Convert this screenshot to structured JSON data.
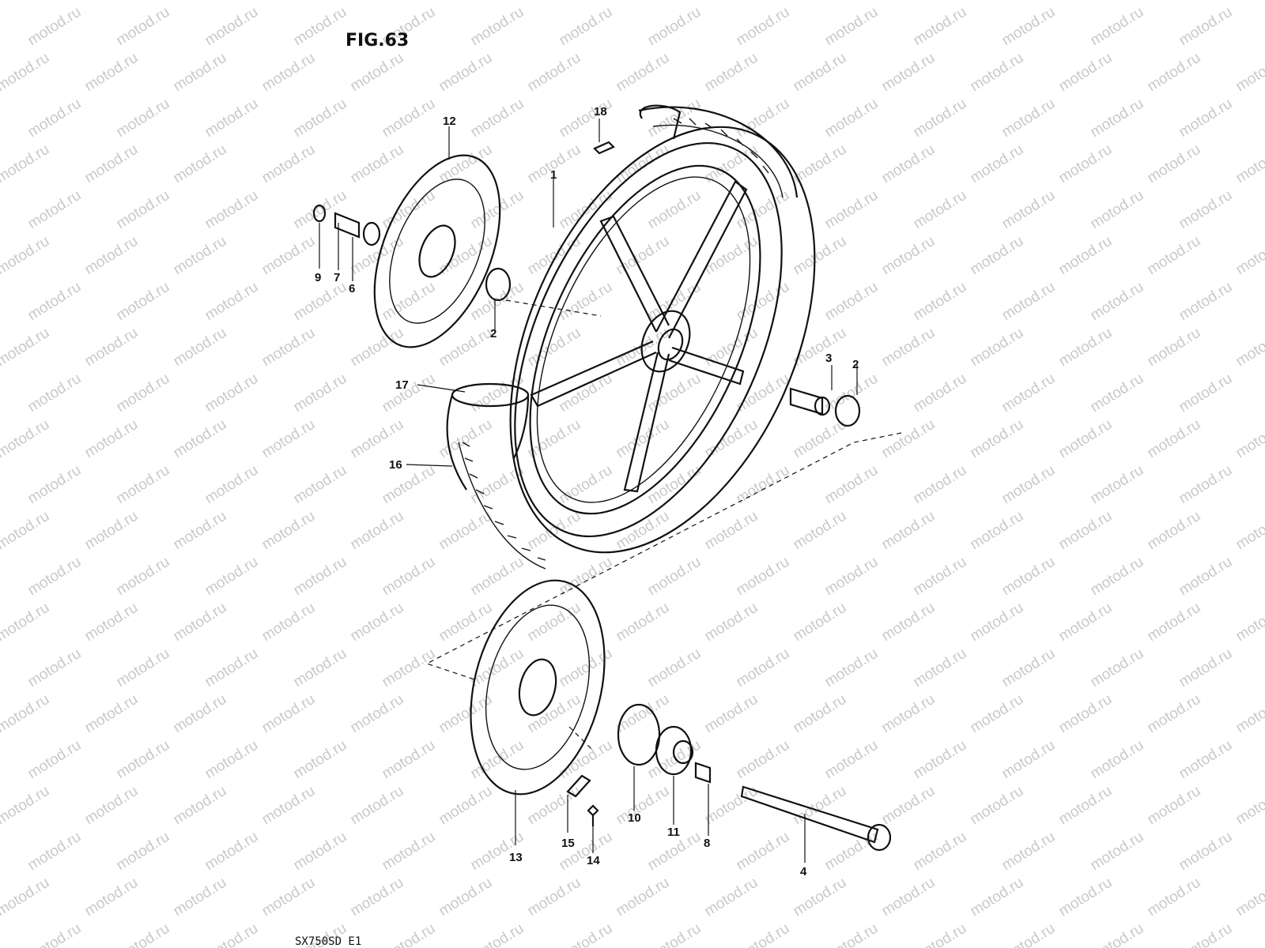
{
  "figure": {
    "title": "FIG.63",
    "model_code": "SX750SD E1"
  },
  "watermark": {
    "text": "motod.ru"
  },
  "callouts": [
    "1",
    "2",
    "2",
    "3",
    "4",
    "6",
    "7",
    "8",
    "9",
    "10",
    "11",
    "12",
    "13",
    "14",
    "15",
    "16",
    "17",
    "18"
  ],
  "colors": {
    "ink": "#111111",
    "watermark": "#c9c9c9",
    "background": "#ffffff"
  }
}
